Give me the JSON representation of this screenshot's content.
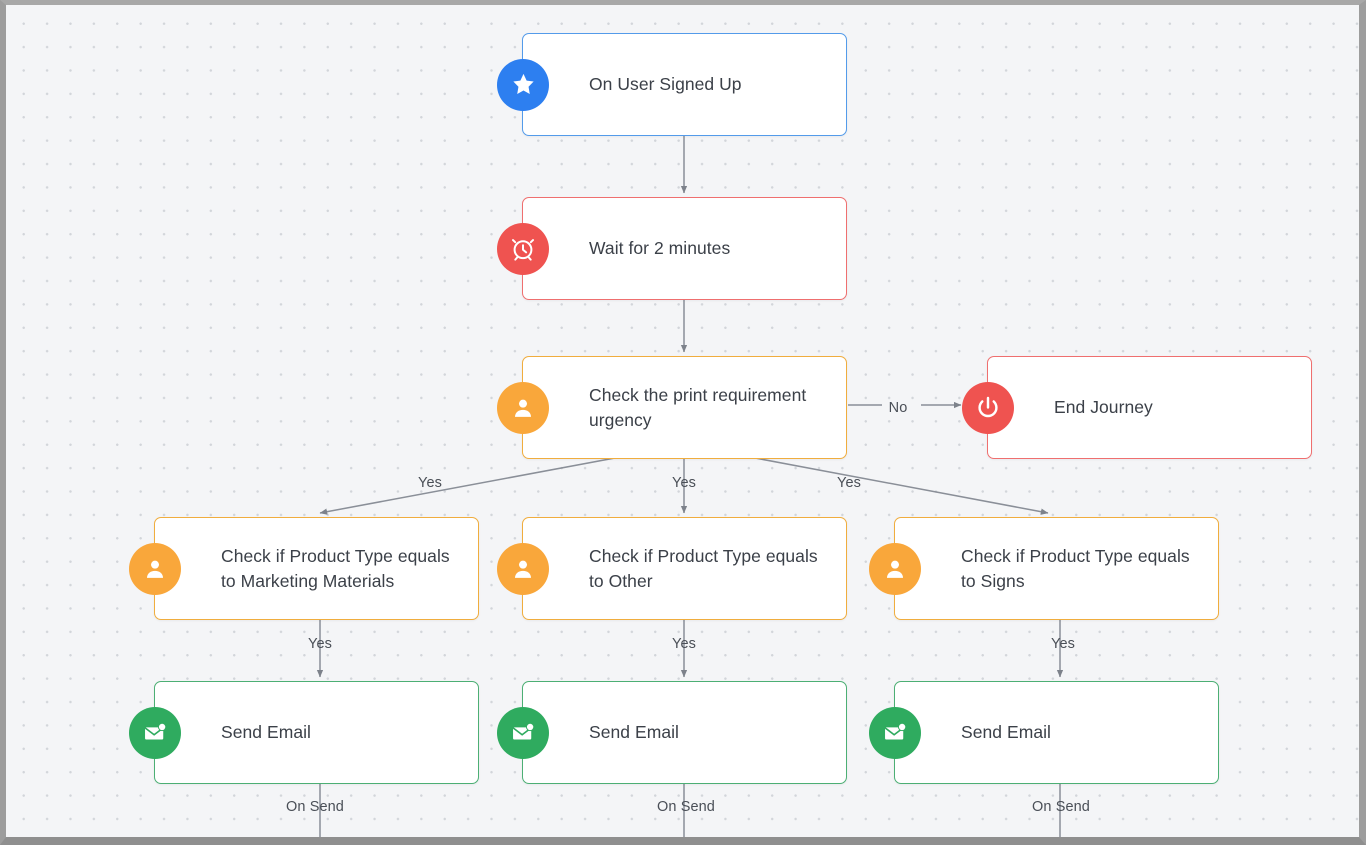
{
  "canvas": {
    "background_color": "#f4f5f7",
    "grid": "dot-grid",
    "frame_color": "#9d9d9d"
  },
  "palette": {
    "trigger_blue": "#2d7ff0",
    "wait_red": "#ef5350",
    "condition_orange": "#f9a73b",
    "email_green": "#2fab5f",
    "end_red": "#ef5350",
    "edge_gray": "#8a8f98",
    "text_dark": "#3b4048"
  },
  "nodes": [
    {
      "id": "on-user-signed-up",
      "label": "On User Signed Up",
      "icon": "star-icon",
      "type": "trigger",
      "accent": "#2d7ff0"
    },
    {
      "id": "wait-for-2-minutes",
      "label": "Wait for 2 minutes",
      "icon": "alarm-clock-icon",
      "type": "wait",
      "accent": "#ef5350"
    },
    {
      "id": "check-print-urgency",
      "label": "Check the print requirement urgency",
      "icon": "user-icon",
      "type": "condition",
      "accent": "#f9a73b"
    },
    {
      "id": "end-journey",
      "label": "End Journey",
      "icon": "power-icon",
      "type": "end",
      "accent": "#ef5350"
    },
    {
      "id": "check-marketing-materials",
      "label": "Check if Product Type equals to Marketing Materials",
      "icon": "user-icon",
      "type": "condition",
      "accent": "#f9a73b"
    },
    {
      "id": "check-other",
      "label": "Check if Product Type equals to Other",
      "icon": "user-icon",
      "type": "condition",
      "accent": "#f9a73b"
    },
    {
      "id": "check-signs",
      "label": "Check if Product Type equals to Signs",
      "icon": "user-icon",
      "type": "condition",
      "accent": "#f9a73b"
    },
    {
      "id": "send-email-left",
      "label": "Send Email",
      "icon": "envelope-icon",
      "type": "email",
      "accent": "#2fab5f"
    },
    {
      "id": "send-email-center",
      "label": "Send Email",
      "icon": "envelope-icon",
      "type": "email",
      "accent": "#2fab5f"
    },
    {
      "id": "send-email-right",
      "label": "Send Email",
      "icon": "envelope-icon",
      "type": "email",
      "accent": "#2fab5f"
    }
  ],
  "edges": [
    {
      "id": "e1",
      "from": "on-user-signed-up",
      "to": "wait-for-2-minutes",
      "label": ""
    },
    {
      "id": "e2",
      "from": "wait-for-2-minutes",
      "to": "check-print-urgency",
      "label": ""
    },
    {
      "id": "e3",
      "from": "check-print-urgency",
      "to": "end-journey",
      "label": "No"
    },
    {
      "id": "e4",
      "from": "check-print-urgency",
      "to": "check-marketing-materials",
      "label": "Yes"
    },
    {
      "id": "e5",
      "from": "check-print-urgency",
      "to": "check-other",
      "label": "Yes"
    },
    {
      "id": "e6",
      "from": "check-print-urgency",
      "to": "check-signs",
      "label": "Yes"
    },
    {
      "id": "e7",
      "from": "check-marketing-materials",
      "to": "send-email-left",
      "label": "Yes"
    },
    {
      "id": "e8",
      "from": "check-other",
      "to": "send-email-center",
      "label": "Yes"
    },
    {
      "id": "e9",
      "from": "check-signs",
      "to": "send-email-right",
      "label": "Yes"
    },
    {
      "id": "e10",
      "from": "send-email-left",
      "to": "",
      "label": "On Send"
    },
    {
      "id": "e11",
      "from": "send-email-center",
      "to": "",
      "label": "On Send"
    },
    {
      "id": "e12",
      "from": "send-email-right",
      "to": "",
      "label": "On Send"
    }
  ],
  "edge_labels": {
    "no": "No",
    "yes": "Yes",
    "on_send": "On Send"
  }
}
